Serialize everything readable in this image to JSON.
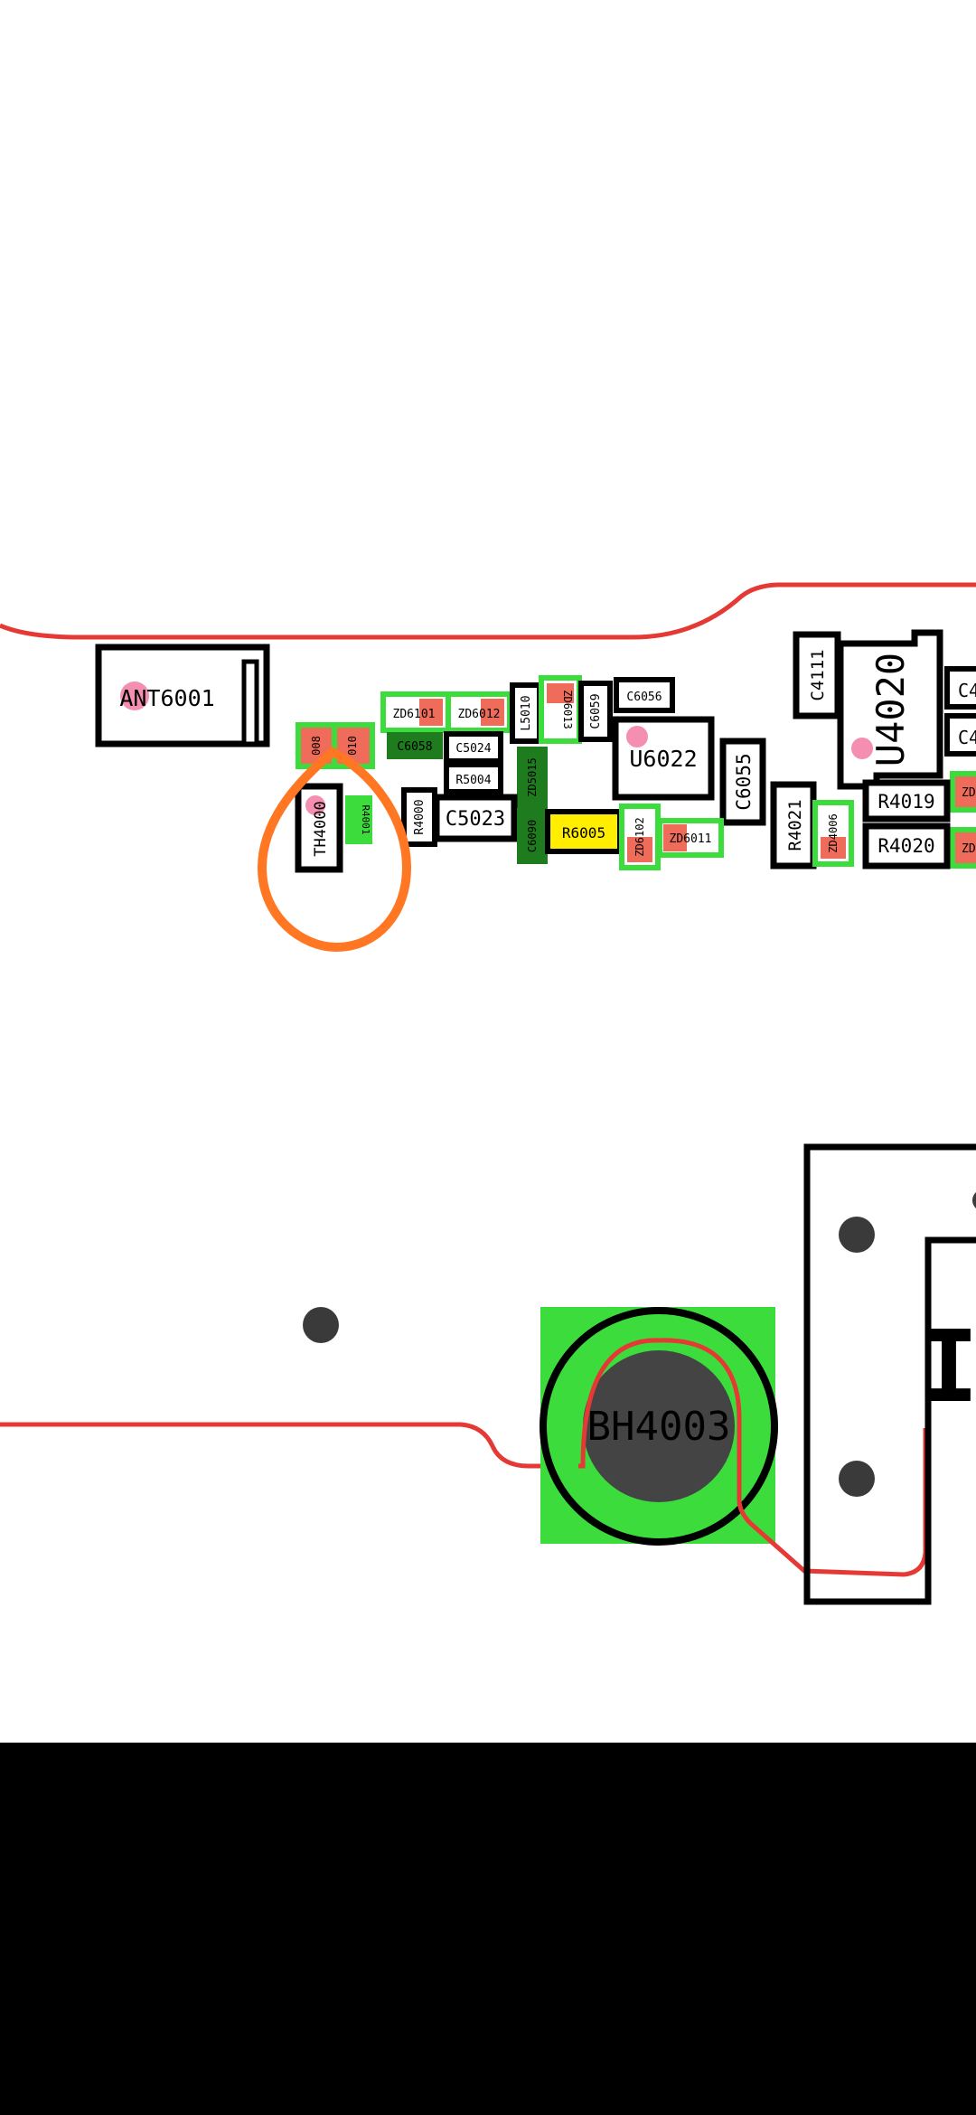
{
  "colors": {
    "background": "#ffffff",
    "outline": "#000000",
    "trace": "#e53935",
    "pad_green": "#3ddc3d",
    "pad_red": "#ef6b5a",
    "dark_green": "#1e7b1e",
    "yellow": "#ffee00",
    "pin1_dot": "#f48fb1",
    "highlight_circle": "#ff7722",
    "mount_hole": "#3a3a3a",
    "bottom_bar": "#000000"
  },
  "components": {
    "ANT6001": "ANT6001",
    "ZD6101": "ZD6101",
    "ZD6012": "ZD6012",
    "L5010": "L5010",
    "ZD6013": "ZD6013",
    "C6059": "C6059",
    "C6056": "C6056",
    "C6058": "C6058",
    "C5024": "C5024",
    "R5004": "R5004",
    "ZD5015": "ZD5015",
    "U6022": "U6022",
    "C6055": "C6055",
    "C4111": "C4111",
    "U4020": "U4020",
    "R4019": "R4019",
    "R4020": "R4020",
    "R4021": "R4021",
    "ZD4006": "ZD4006",
    "R4000": "R4000",
    "C5023": "C5023",
    "C6090": "C6090",
    "R6005": "R6005",
    "ZD6102": "ZD6102",
    "ZD6011": "ZD6011",
    "TH4000": "TH4000",
    "R4001": "R4001",
    "pad_008": "008",
    "pad_010": "010",
    "edge_c4_top": "C4",
    "edge_c4_bottom": "C4",
    "edge_zd_top": "ZD",
    "edge_zd_bottom": "ZD",
    "BH4003": "BH4003",
    "connector_mark": "I"
  }
}
